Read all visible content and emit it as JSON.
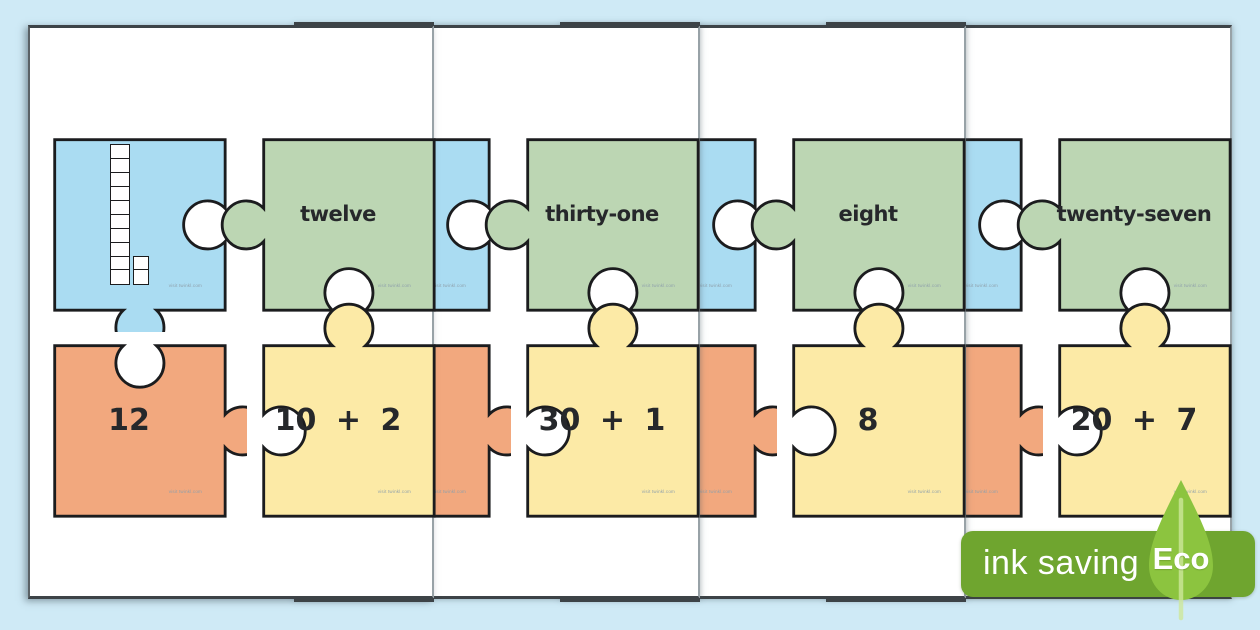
{
  "colors": {
    "background": "#cfeaf6",
    "page": "#ffffff",
    "outline": "#1b1c1e",
    "text_ink": "#26282b",
    "piece_blue": "#aadcf2",
    "piece_green": "#bcd6b3",
    "piece_orange": "#f2a87e",
    "piece_yellow": "#fceaa6"
  },
  "watermark": "visit twinkl.com",
  "pages": [
    {
      "word": "twelve",
      "numeral": "12",
      "expression": "10 + 2",
      "base_ten": {
        "tens_rods": 1,
        "cells_per_rod": 10,
        "ones": 2
      }
    },
    {
      "word": "thirty-one",
      "expression": "30 + 1"
    },
    {
      "word": "eight",
      "expression": "8"
    },
    {
      "word": "twenty-seven",
      "expression": "20 + 7"
    }
  ],
  "badge": {
    "label": "ink saving",
    "eco_label": "Eco",
    "bar_color": "#6fa52f",
    "leaf_color": "#8cc43f",
    "vein_color": "#cde79b",
    "text_color": "#ffffff"
  }
}
